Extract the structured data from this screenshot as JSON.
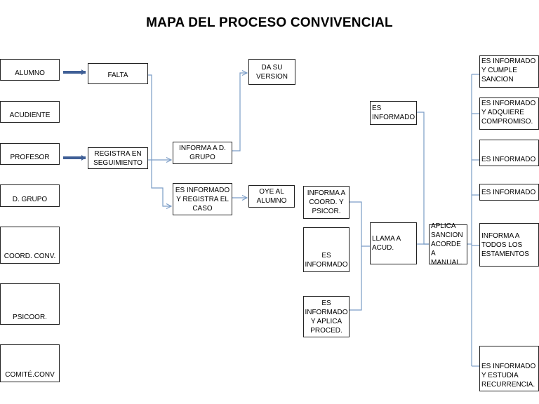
{
  "title": "MAPA DEL PROCESO CONVIVENCIAL",
  "actors": {
    "alumno": "ALUMNO",
    "acudiente": "ACUDIENTE",
    "profesor": "PROFESOR",
    "d_grupo": "D. GRUPO",
    "coord_conv": "COORD. CONV.",
    "psicoor": "PSICOOR.",
    "comite_conv": "COMITÉ.CONV"
  },
  "steps": {
    "falta": "FALTA",
    "registra_seguimiento": "REGISTRA EN SEGUIMIENTO",
    "da_su_version": "DA SU VERSION",
    "informa_d_grupo": "INFORMA A D. GRUPO",
    "es_informado_registra": "ES INFORMADO Y REGISTRA EL CASO",
    "oye_alumno": "OYE AL ALUMNO",
    "informa_coord_psicor": "INFORMA A COORD. Y PSICOR.",
    "es_informado_1": "ES INFORMADO",
    "es_informado_aplica_proced": "ES INFORMADO Y APLICA PROCED.",
    "es_informado_2": "ES INFORMADO",
    "llama_acud": "LLAMA A ACUD.",
    "aplica_sancion": "APLICA SANCION ACORDE A MANUAL."
  },
  "outcomes": {
    "cumple_sancion": "ES INFORMADO Y CUMPLE SANCION",
    "adquiere_compromiso": "ES INFORMADO Y ADQUIERE COMPROMISO.",
    "es_informado_3": "ES INFORMADO",
    "es_informado_4": "ES INFORMADO",
    "informa_estamentos": "INFORMA A TODOS LOS ESTAMENTOS",
    "estudia_recurrencia": "ES INFORMADO Y ESTUDIA RECURRENCIA."
  },
  "colors": {
    "connector": "#7a9cc6",
    "thick_arrow": "#3f5f96",
    "box_border": "#222222"
  }
}
